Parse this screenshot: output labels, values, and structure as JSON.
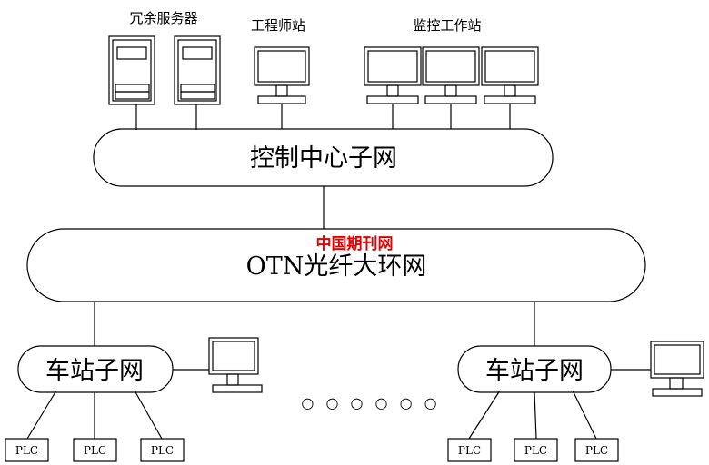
{
  "labels": {
    "redundant_servers": "冗余服务器",
    "engineer_station": "工程师站",
    "monitor_stations": "监控工作站",
    "control_center_subnet": "控制中心子网",
    "otn_ring": "OTN光纤大环网",
    "station_subnet_left": "车站子网",
    "station_subnet_right": "车站子网",
    "plc": [
      "PLC",
      "PLC",
      "PLC",
      "PLC",
      "PLC",
      "PLC"
    ],
    "watermark": "中国期刊网"
  },
  "ellipsis": "○ ○ ○ ○ ○ ○",
  "colors": {
    "stroke": "#000000",
    "watermark": "#e60000",
    "background": "#ffffff"
  },
  "icons": [
    "server-icon",
    "monitor-icon"
  ]
}
